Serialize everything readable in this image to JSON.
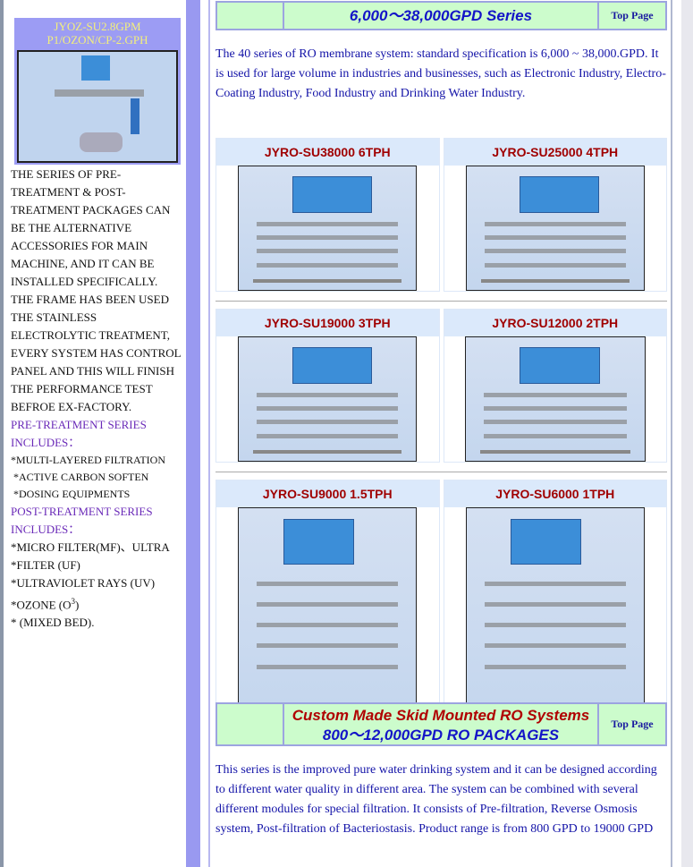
{
  "sidebar": {
    "featured_title_1": "JYOZ-SU2.8GPM",
    "featured_title_2": "P1/OZON/CP-2.GPH",
    "description": [
      "THE SERIES OF PRE-",
      "TREATMENT & POST-",
      "TREATMENT PACKAGES CAN",
      "BE THE ALTERNATIVE",
      "ACCESSORIES FOR MAIN",
      "MACHINE, AND IT CAN BE",
      "INSTALLED SPECIFICALLY.",
      "THE FRAME HAS BEEN USED",
      "THE STAINLESS",
      "ELECTROLYTIC TREATMENT,",
      "EVERY SYSTEM HAS CONTROL",
      "PANEL AND THIS WILL FINISH",
      "THE PERFORMANCE TEST",
      "BEFROE EX-FACTORY."
    ],
    "pre_heading_1": "PRE-TREATMENT SERIES",
    "pre_heading_2": "INCLUDES：",
    "pre_items": [
      "*MULTI-LAYERED FILTRATION",
      " *ACTIVE CARBON SOFTEN",
      " *DOSING EQUIPMENTS"
    ],
    "post_heading_1": "POST-TREATMENT SERIES",
    "post_heading_2": "INCLUDES：",
    "post_items": [
      "*MICRO FILTER(MF)、ULTRA",
      "*FILTER (UF)",
      "*ULTRAVIOLET RAYS (UV)"
    ],
    "ozone": "*OZONE (O",
    "ozone_sup": "3",
    "ozone_end": ")",
    "mixed": "* (MIXED BED)."
  },
  "section1": {
    "title": "6,000～38,000GPD Series",
    "top_link": "Top Page",
    "description": "The 40 series of RO membrane system: standard specification is 6,000 ~ 38,000.GPD. It is used for large volume in industries and businesses, such as Electronic Industry, Electro-Coating Industry, Food Industry and Drinking Water Industry.",
    "products": [
      "JYRO-SU38000 6TPH",
      "JYRO-SU25000 4TPH",
      "JYRO-SU19000 3TPH",
      "JYRO-SU12000 2TPH",
      "JYRO-SU9000 1.5TPH",
      "JYRO-SU6000 1TPH"
    ]
  },
  "section2": {
    "title_1": "Custom Made Skid Mounted RO Systems",
    "title_2": "800～12,000GPD RO PACKAGES",
    "top_link": "Top Page",
    "description": "This series is the improved pure water drinking system and it can be designed according to different water quality in different area. The system can be combined with several different modules for special filtration. It consists of Pre-filtration, Reverse Osmosis system, Post-filtration of Bacteriostasis. Product range is from 800 GPD to 19000 GPD"
  }
}
